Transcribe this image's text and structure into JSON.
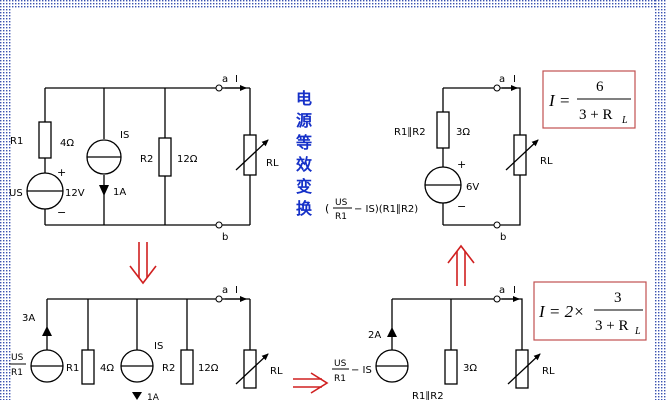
{
  "colors": {
    "wire": "#000000",
    "transform_text": "#1530c8",
    "arrow_red": "#d02020",
    "formula_border": "#c05050",
    "frame_dots": "#3a52b0"
  },
  "top_left": {
    "r1": "R1",
    "r1_val": "4Ω",
    "us": "US",
    "us_val": "12V",
    "plus": "+",
    "minus": "−",
    "is": "IS",
    "is_val": "1A",
    "r2": "R2",
    "r2_val": "12Ω",
    "rl": "RL",
    "a": "a",
    "i": "I",
    "b": "b"
  },
  "transform": {
    "chars": [
      "电",
      "源",
      "等",
      "效",
      "变",
      "换"
    ]
  },
  "top_right": {
    "r_label": "R1∥R2",
    "r_val": "3Ω",
    "v_val": "6V",
    "plus": "+",
    "minus": "−",
    "rl": "RL",
    "a": "a",
    "i": "I",
    "b": "b",
    "expr_num": "US",
    "expr_den": "R1",
    "expr_rest": "− IS)(R1∥R2)",
    "expr_open": "("
  },
  "formula_top": {
    "lhs": "I =",
    "num": "6",
    "den": "3 + R",
    "sub": "L"
  },
  "formula_bottom": {
    "lhs": "I = 2×",
    "num": "3",
    "den": "3 + R",
    "sub": "L"
  },
  "bottom_left": {
    "cur": "3A",
    "frac_num": "US",
    "frac_den": "R1",
    "r1": "R1",
    "r1_val": "4Ω",
    "is": "IS",
    "is_sub": "1A",
    "r2": "R2",
    "r2_val": "12Ω",
    "rl": "RL",
    "a": "a",
    "i": "I"
  },
  "bottom_right": {
    "cur": "2A",
    "frac_num": "US",
    "frac_den": "R1",
    "frac_rest": "− IS",
    "r_val": "3Ω",
    "r_label": "R1∥R2",
    "rl": "RL",
    "a": "a",
    "i": "I"
  }
}
